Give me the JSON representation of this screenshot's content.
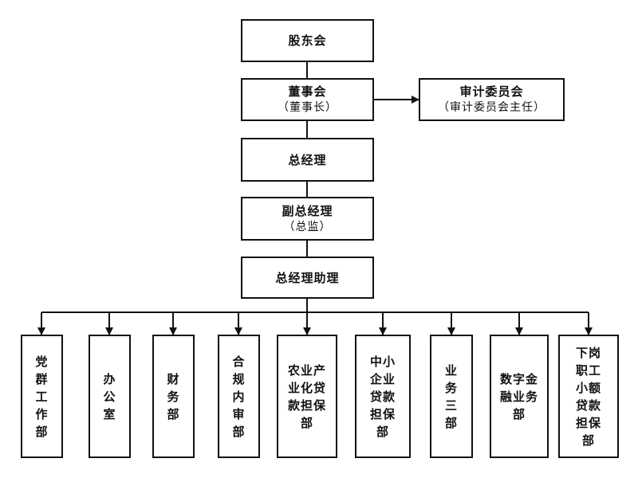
{
  "top": {
    "shareholders": "股东会",
    "board": "董事会",
    "board_sub": "（董事长）",
    "audit": "审计委员会",
    "audit_sub": "（审计委员会主任）",
    "gm": "总经理",
    "deputy_gm": "副总经理",
    "deputy_gm_sub": "（总监）",
    "gm_assistant": "总经理助理"
  },
  "departments": [
    {
      "label": "党群工作部"
    },
    {
      "label": "办公室"
    },
    {
      "label": "财务部"
    },
    {
      "label": "合规内审部"
    },
    {
      "label": "农业产业化贷款担保部"
    },
    {
      "label": "中小企业贷款担保部"
    },
    {
      "label": "业务三部"
    },
    {
      "label": "数字金融业务部"
    },
    {
      "label": "下岗职工小额贷款担保部"
    }
  ]
}
